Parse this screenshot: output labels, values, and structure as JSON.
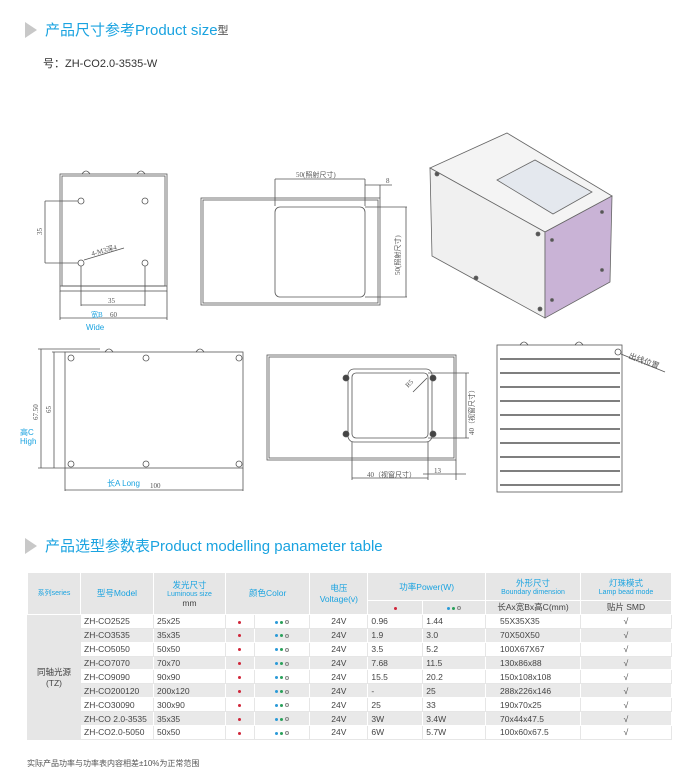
{
  "section1": {
    "title": "产品尺寸参考Product size",
    "title_suffix": "型",
    "model_line": "号：ZH-CO2.0-3535-W"
  },
  "drawings": {
    "front_view": {
      "dim_v": "35",
      "dim_h": "35",
      "hole_label": "4-M3深4",
      "width_label": "宽B",
      "width_value": "60",
      "width_en": "Wide"
    },
    "top_view": {
      "dim_top": "50(照射尺寸)",
      "dim_offset": "8",
      "dim_right": "50(照射尺寸)"
    },
    "side_view": {
      "dim_outer": "67.50",
      "dim_inner": "65",
      "height_label": "高C",
      "height_en": "High",
      "length_label": "长A Long",
      "length_value": "100"
    },
    "window_view": {
      "radius_label": "R5",
      "dim_right": "40（视窗尺寸）",
      "dim_bottom": "40（视窗尺寸）",
      "dim_offset": "13"
    },
    "back_view": {
      "cable_label": "出线位置"
    }
  },
  "section2": {
    "title": "产品选型参数表Product modelling panameter table"
  },
  "table": {
    "headers": {
      "series": "系列series",
      "model": "型号Model",
      "lum": "发光尺寸",
      "lum_en": "Luminous size",
      "lum_unit": "mm",
      "color": "颜色Color",
      "voltage": "电压",
      "voltage_en": "Voltage(v)",
      "power": "功率Power(W)",
      "dim": "外形尺寸",
      "dim_en": "Boundary dimension",
      "dim_sub": "长Ax宽Bx高C(mm)",
      "lamp": "灯珠模式",
      "lamp_en": "Lamp bead mode",
      "lamp_sub": "贴片 SMD"
    },
    "series_name": "同轴光源",
    "series_code": "(TZ)",
    "colors": {
      "red": "#d0263a",
      "blue": "#2a9ad8",
      "green": "#2aa05a"
    },
    "rows": [
      {
        "model": "ZH-CO2525",
        "lum": "25x25",
        "v": "24V",
        "p1": "0.96",
        "p2": "1.44",
        "dim": "55X35X35",
        "lamp": "√"
      },
      {
        "model": "ZH-CO3535",
        "lum": "35x35",
        "v": "24V",
        "p1": "1.9",
        "p2": "3.0",
        "dim": "70X50X50",
        "lamp": "√"
      },
      {
        "model": "ZH-CO5050",
        "lum": "50x50",
        "v": "24V",
        "p1": "3.5",
        "p2": "5.2",
        "dim": "100X67X67",
        "lamp": "√"
      },
      {
        "model": "ZH-CO7070",
        "lum": "70x70",
        "v": "24V",
        "p1": "7.68",
        "p2": "11.5",
        "dim": "130x86x88",
        "lamp": "√"
      },
      {
        "model": "ZH-CO9090",
        "lum": "90x90",
        "v": "24V",
        "p1": "15.5",
        "p2": "20.2",
        "dim": "150x108x108",
        "lamp": "√"
      },
      {
        "model": "ZH-CO200120",
        "lum": "200x120",
        "v": "24V",
        "p1": "-",
        "p2": "25",
        "dim": "288x226x146",
        "lamp": "√"
      },
      {
        "model": "ZH-CO30090",
        "lum": "300x90",
        "v": "24V",
        "p1": "25",
        "p2": "33",
        "dim": "190x70x25",
        "lamp": "√"
      },
      {
        "model": "ZH-CO 2.0-3535",
        "lum": "35x35",
        "v": "24V",
        "p1": "3W",
        "p2": "3.4W",
        "dim": "70x44x47.5",
        "lamp": "√"
      },
      {
        "model": "ZH-CO2.0-5050",
        "lum": "50x50",
        "v": "24V",
        "p1": "6W",
        "p2": "5.7W",
        "dim": "100x60x67.5",
        "lamp": "√"
      }
    ]
  },
  "note": "实际产品功率与功率表内容相差±10%为正常范围"
}
